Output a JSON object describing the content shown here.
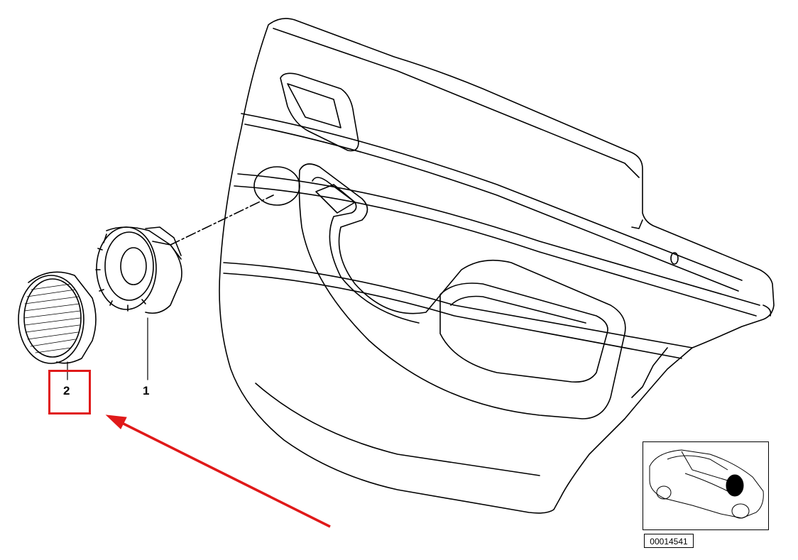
{
  "parts": [
    {
      "number": "1",
      "name": "speaker"
    },
    {
      "number": "2",
      "name": "speaker-grille-cover"
    }
  ],
  "diagram_number": "00014541",
  "colors": {
    "line": "#000000",
    "highlight": "#e01919",
    "background": "#ffffff"
  },
  "highlighted_part": "2"
}
